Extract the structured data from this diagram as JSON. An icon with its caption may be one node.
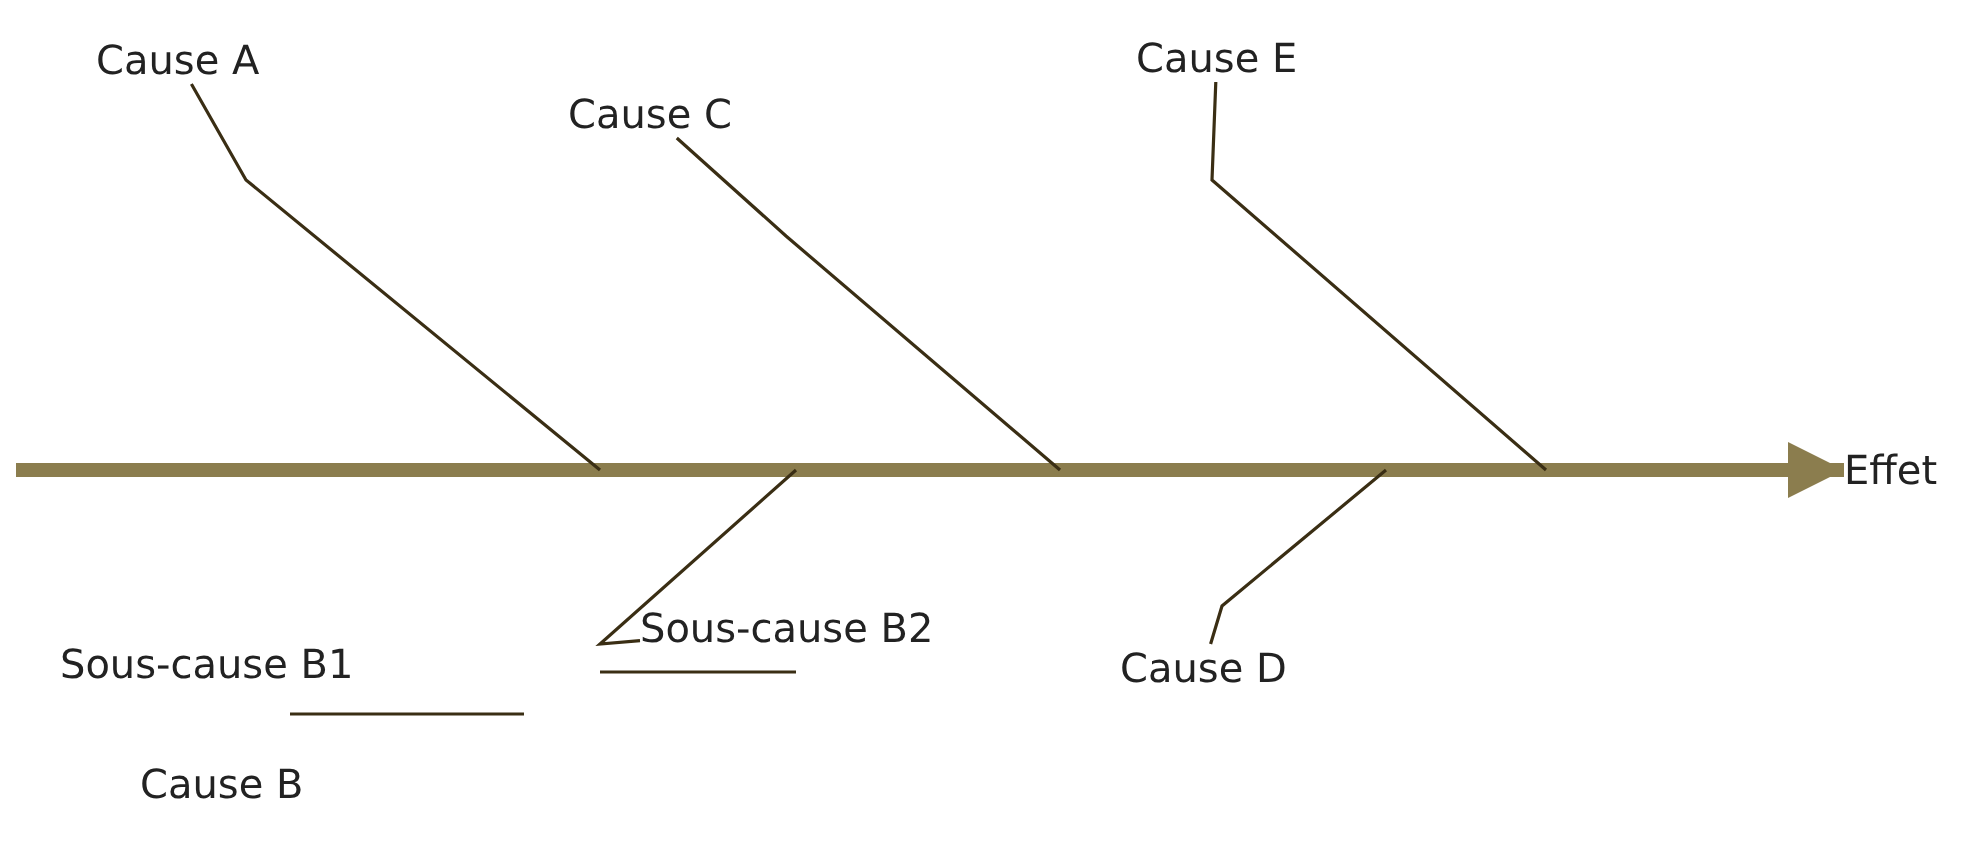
{
  "diagram": {
    "nodes": [
      {
        "text": [
          "Cause A"
        ]
      },
      {
        "text": [
          "Cause E"
        ]
      },
      {
        "text": [
          "Cause C"
        ]
      },
      {
        "text": [
          "Effet"
        ]
      },
      {
        "text": [
          "Sous-cause B2"
        ]
      },
      {
        "text": [
          "Sous-cause B1"
        ]
      },
      {
        "text": [
          "Cause D"
        ]
      },
      {
        "text": [
          "Cause B"
        ]
      }
    ],
    "edges": [
      {
        "from": null,
        "to": 3,
        "arrow": "to",
        "style": "thick",
        "color": "#8b7d4e"
      },
      {
        "from": 0,
        "to": null,
        "arrow": "none"
      },
      {
        "from": 2,
        "to": null,
        "arrow": "none"
      },
      {
        "from": 1,
        "to": null,
        "arrow": "none"
      },
      {
        "from": 4,
        "to": null,
        "arrow": "none"
      },
      {
        "from": 6,
        "to": null,
        "arrow": "none"
      }
    ]
  }
}
